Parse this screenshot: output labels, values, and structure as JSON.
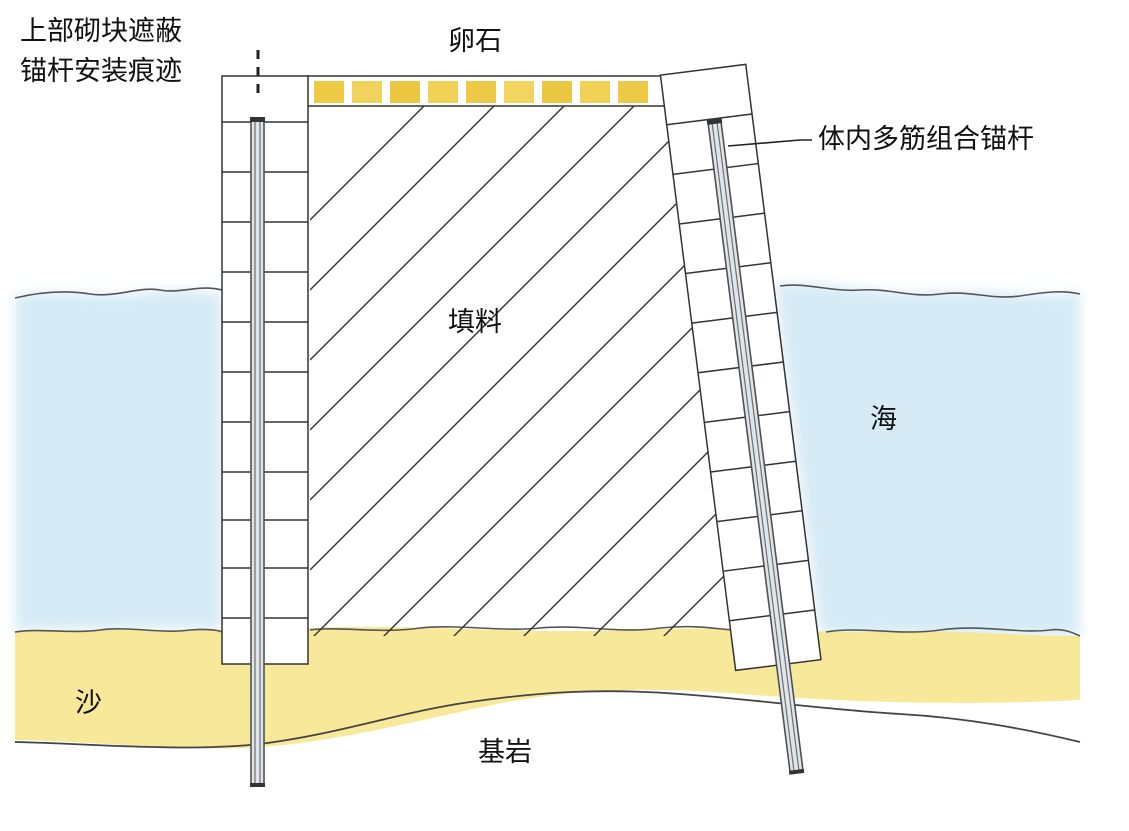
{
  "labels": {
    "top_left_line1": "上部砌块遮蔽",
    "top_left_line2": "锚杆安装痕迹",
    "cobblestone": "卵石",
    "anchor": "体内多筋组合锚杆",
    "fill": "填料",
    "sea": "海",
    "sand": "沙",
    "bedrock": "基岩"
  },
  "colors": {
    "sea": "#cfe7f3",
    "sand": "#f6e27c",
    "cobble": "#ecc63a",
    "line": "#333333",
    "rod": "#4c5258"
  }
}
